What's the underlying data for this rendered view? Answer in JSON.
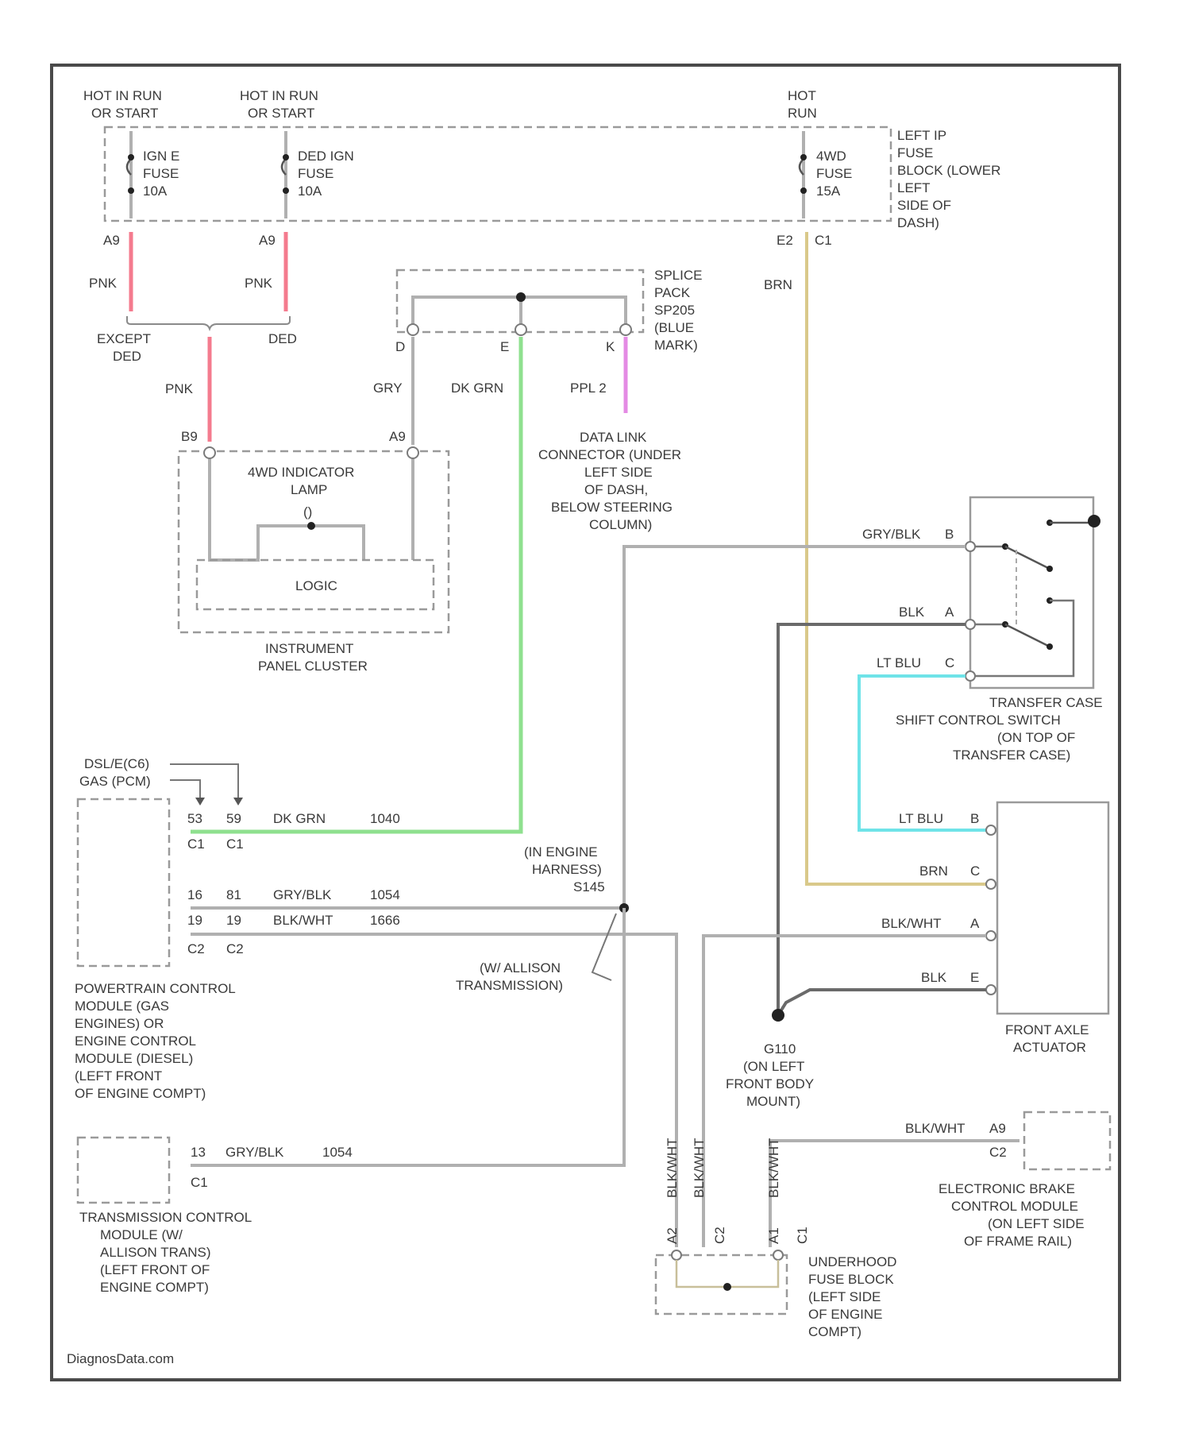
{
  "watermark": "DiagnosData.com",
  "colors": {
    "frame": "#4a4a4a",
    "wire_pnk": "#f47b8e",
    "wire_dk_grn": "#8fe08f",
    "wire_ppl": "#e48be4",
    "wire_brn": "#d9c98a",
    "wire_lt_blu": "#6fe3e8",
    "wire_gray": "#b0b0b0",
    "wire_blk": "#6a6a6a"
  },
  "fuse_block": {
    "label": [
      "LEFT IP",
      "FUSE",
      "BLOCK (LOWER",
      "LEFT",
      "SIDE OF",
      "DASH)"
    ],
    "power_labels": [
      [
        "HOT IN RUN",
        "OR START"
      ],
      [
        "HOT IN RUN",
        "OR START"
      ],
      [
        "HOT",
        "RUN"
      ]
    ],
    "fuses": [
      [
        "IGN E",
        "FUSE",
        "10A"
      ],
      [
        "DED IGN",
        "FUSE",
        "10A"
      ],
      [
        "4WD",
        "FUSE",
        "15A"
      ]
    ],
    "pins": [
      "A9",
      "A9",
      "E2",
      "C1"
    ]
  },
  "wires": {
    "pnk": "PNK",
    "brn": "BRN",
    "gry": "GRY",
    "dk_grn": "DK GRN",
    "ppl": "PPL 2",
    "gry_blk": "GRY/BLK",
    "blk": "BLK",
    "lt_blu": "LT BLU",
    "blk_wht": "BLK/WHT"
  },
  "except_ded": [
    "EXCEPT",
    "DED"
  ],
  "ded": "DED",
  "splice_pack": {
    "label": [
      "SPLICE",
      "PACK",
      "SP205",
      "(BLUE",
      "MARK)"
    ],
    "pins": [
      "D",
      "E",
      "K"
    ]
  },
  "data_link_connector": [
    "DATA LINK",
    "CONNECTOR (UNDER",
    "LEFT SIDE",
    "OF DASH,",
    "BELOW STEERING",
    "COLUMN)"
  ],
  "cluster": {
    "pin_b9": "B9",
    "pin_a9": "A9",
    "lamp_label": [
      "4WD INDICATOR",
      "LAMP"
    ],
    "lamp_symbol": "()",
    "logic": "LOGIC",
    "label": [
      "INSTRUMENT",
      "PANEL CLUSTER"
    ]
  },
  "transfer_case_switch": {
    "pins": [
      "B",
      "A",
      "C"
    ],
    "label": [
      "TRANSFER CASE",
      "SHIFT CONTROL SWITCH",
      "(ON TOP OF",
      "TRANSFER CASE)"
    ]
  },
  "front_axle_actuator": {
    "pins": [
      "B",
      "C",
      "A",
      "E"
    ],
    "label": [
      "FRONT AXLE",
      "ACTUATOR"
    ]
  },
  "pcm": {
    "selector": [
      "DSL/E(C6)",
      "GAS (PCM)"
    ],
    "row1": {
      "pin_a": "53",
      "pin_b": "59",
      "wire": "DK GRN",
      "circuit": "1040",
      "conn_a": "C1",
      "conn_b": "C1"
    },
    "row2": {
      "pin_a": "16",
      "pin_b": "81",
      "wire": "GRY/BLK",
      "circuit": "1054"
    },
    "row3": {
      "pin_a": "19",
      "pin_b": "19",
      "wire": "BLK/WHT",
      "circuit": "1666",
      "conn_a": "C2",
      "conn_b": "C2"
    },
    "label": [
      "POWERTRAIN CONTROL",
      "MODULE (GAS",
      "ENGINES) OR",
      "ENGINE CONTROL",
      "MODULE (DIESEL)",
      "(LEFT FRONT",
      "OF ENGINE COMPT)"
    ]
  },
  "splice_s145": [
    "(IN ENGINE",
    "HARNESS)",
    "S145"
  ],
  "allison_note": [
    "(W/ ALLISON",
    "TRANSMISSION)"
  ],
  "ground": {
    "label": [
      "G110",
      "(ON LEFT",
      "FRONT BODY",
      "MOUNT)"
    ]
  },
  "tcm": {
    "pin": "13",
    "wire": "GRY/BLK",
    "circuit": "1054",
    "conn": "C1",
    "label": [
      "TRANSMISSION CONTROL",
      "MODULE (W/",
      "ALLISON TRANS)",
      "(LEFT FRONT OF",
      "ENGINE COMPT)"
    ]
  },
  "ebcm": {
    "wire": "BLK/WHT",
    "pin": "A9",
    "conn": "C2",
    "label": [
      "ELECTRONIC BRAKE",
      "CONTROL MODULE",
      "(ON LEFT SIDE",
      "OF FRAME RAIL)"
    ]
  },
  "underhood_fuse_block": {
    "wire": "BLK/WHT",
    "pins": [
      "A2",
      "C2",
      "A1",
      "C1"
    ],
    "label": [
      "UNDERHOOD",
      "FUSE BLOCK",
      "(LEFT SIDE",
      "OF ENGINE",
      "COMPT)"
    ]
  }
}
